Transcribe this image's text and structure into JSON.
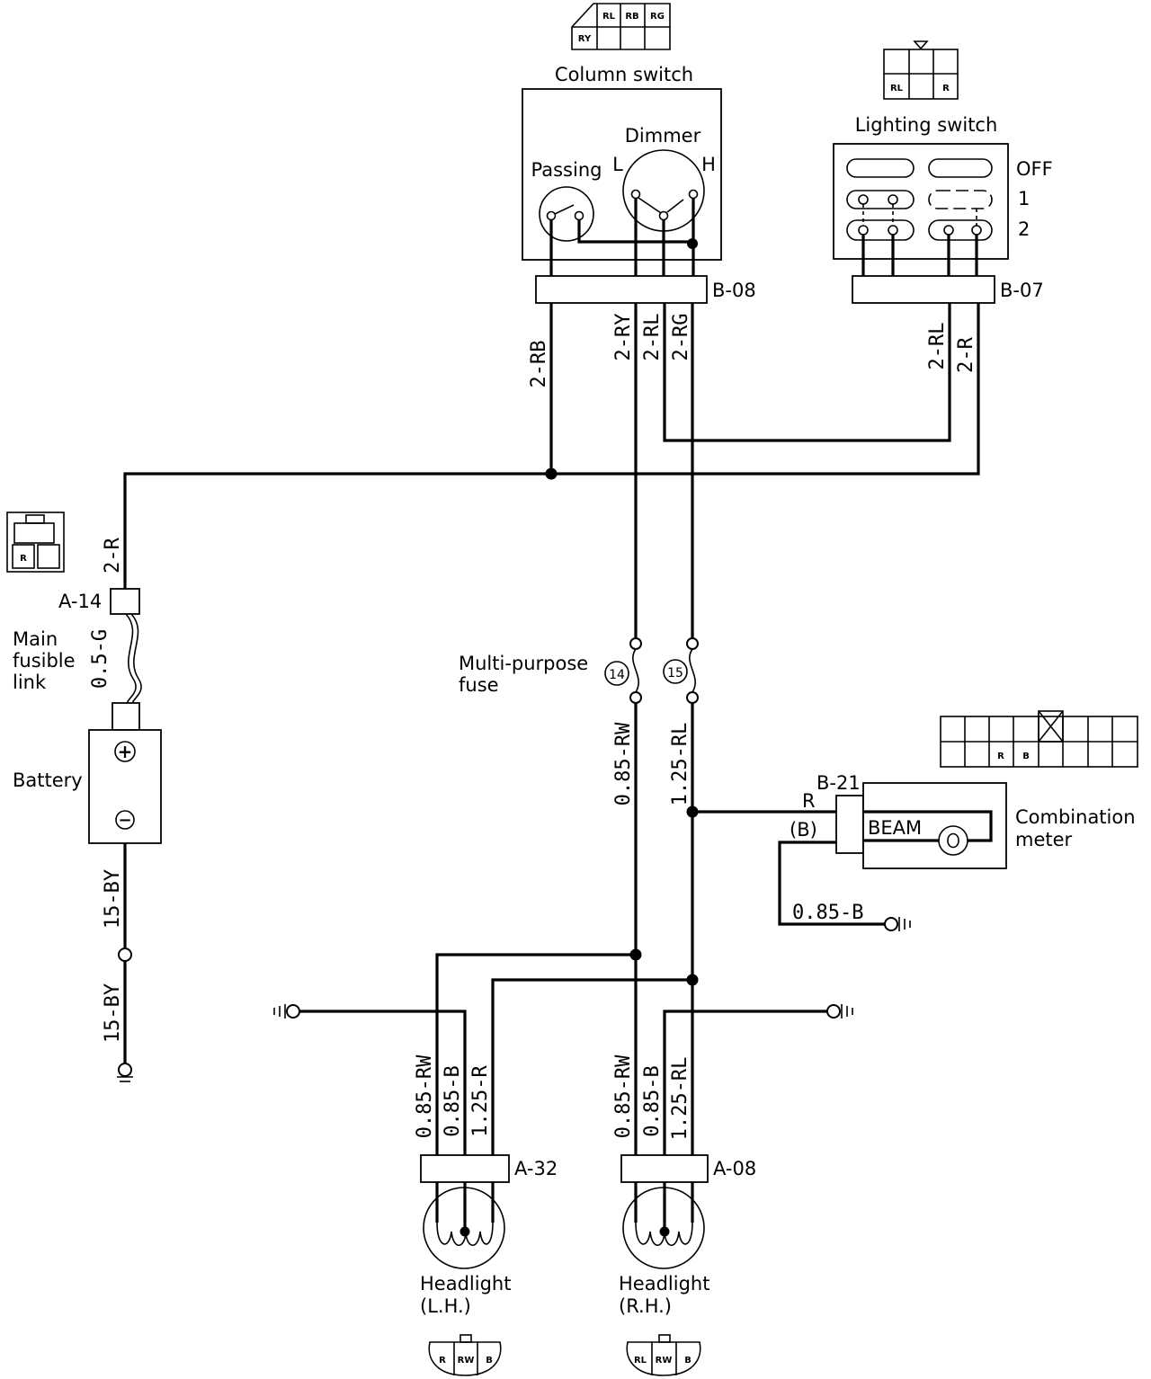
{
  "components": {
    "column_switch": "Column switch",
    "dimmer": "Dimmer",
    "passing": "Passing",
    "dimmer_low": "L",
    "dimmer_high": "H",
    "lighting_switch": "Lighting switch",
    "ls_off": "OFF",
    "ls_pos1": "1",
    "ls_pos2": "2",
    "main_fusible_link_1": "Main",
    "main_fusible_link_2": "fusible",
    "main_fusible_link_3": "link",
    "battery": "Battery",
    "battery_plus": "+",
    "battery_minus": "−",
    "multi_purpose_fuse_1": "Multi-purpose",
    "multi_purpose_fuse_2": "fuse",
    "fuse_14": "14",
    "fuse_15": "15",
    "combination_meter_1": "Combination",
    "combination_meter_2": "meter",
    "beam": "BEAM",
    "headlight_lh_1": "Headlight",
    "headlight_lh_2": "(L.H.)",
    "headlight_rh_1": "Headlight",
    "headlight_rh_2": "(R.H.)"
  },
  "connectors": {
    "b08": "B-08",
    "b07": "B-07",
    "a14": "A-14",
    "b21": "B-21",
    "a32": "A-32",
    "a08": "A-08"
  },
  "wires": {
    "rb": "2-RB",
    "ry": "2-RY",
    "rl_col": "2-RL",
    "rg": "2-RG",
    "rl_ls": "2-RL",
    "r_ls": "2-R",
    "r_main": "2-R",
    "g_fusible": "0.5-G",
    "by_batt": "15-BY",
    "by_gnd": "15-BY",
    "rw_main": "0.85-RW",
    "rl_main": "1.25-RL",
    "b_meter": "0.85-B",
    "meter_r": "R",
    "meter_b": "(B)",
    "lh_rw": "0.85-RW",
    "lh_b": "0.85-B",
    "lh_r": "1.25-R",
    "rh_rw": "0.85-RW",
    "rh_b": "0.85-B",
    "rh_rl": "1.25-RL"
  },
  "pins": {
    "col_rl": "RL",
    "col_rb": "RB",
    "col_rg": "RG",
    "col_ry": "RY",
    "ls_rl": "RL",
    "ls_r": "R",
    "fl_r": "R",
    "cm_r": "R",
    "cm_b": "B",
    "hl_lh_r": "R",
    "hl_lh_rw": "RW",
    "hl_lh_b": "B",
    "hl_rh_rl": "RL",
    "hl_rh_rw": "RW",
    "hl_rh_b": "B"
  }
}
